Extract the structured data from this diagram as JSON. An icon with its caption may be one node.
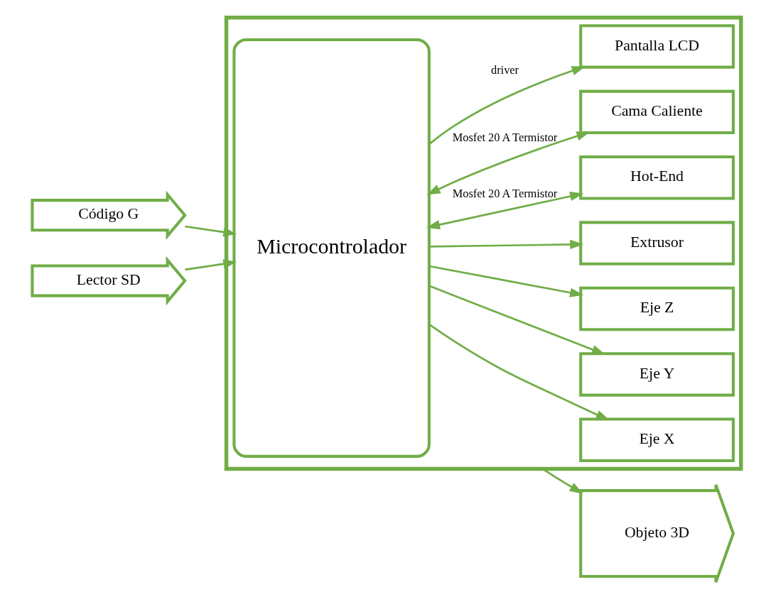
{
  "diagram": {
    "nodes": [
      {
        "text": [],
        "shape": "box"
      },
      {
        "text": [
          "Código G"
        ]
      },
      {
        "text": [
          "Lector SD"
        ]
      },
      {
        "text": [
          "Microcontrolador"
        ],
        "in": 0
      },
      {
        "text": [
          "Eje X"
        ],
        "in": 0
      },
      {
        "text": [
          "Eje Y"
        ],
        "in": 0
      },
      {
        "text": [
          "Eje Z"
        ],
        "in": 0
      },
      {
        "text": [
          "Extrusor"
        ],
        "in": 0
      },
      {
        "text": [
          "Hot-End"
        ],
        "in": 0
      },
      {
        "text": [
          "Cama Caliente"
        ],
        "in": 0
      },
      {
        "text": [
          "Pantalla LCD"
        ],
        "in": 0
      },
      {
        "text": [
          "Objeto 3D"
        ]
      }
    ],
    "edges": [
      {
        "from": 1,
        "to": 3,
        "arrow": "to"
      },
      {
        "from": 2,
        "to": 3,
        "arrow": "to"
      },
      {
        "from": 3,
        "to": 4,
        "arrow": "to"
      },
      {
        "from": 3,
        "to": 5,
        "arrow": "to"
      },
      {
        "from": 3,
        "to": 6,
        "arrow": "to"
      },
      {
        "from": 3,
        "to": 7,
        "arrow": "to"
      },
      {
        "from": 3,
        "to": 8,
        "arrow": "both",
        "label": "Mosfet 20 A Termistor"
      },
      {
        "from": 3,
        "to": 9,
        "arrow": "both",
        "label": "Mosfet 20 A Termistor"
      },
      {
        "from": 3,
        "to": 10,
        "arrow": "to",
        "label": "driver"
      },
      {
        "from": 0,
        "to": 11,
        "arrow": "to"
      }
    ]
  }
}
